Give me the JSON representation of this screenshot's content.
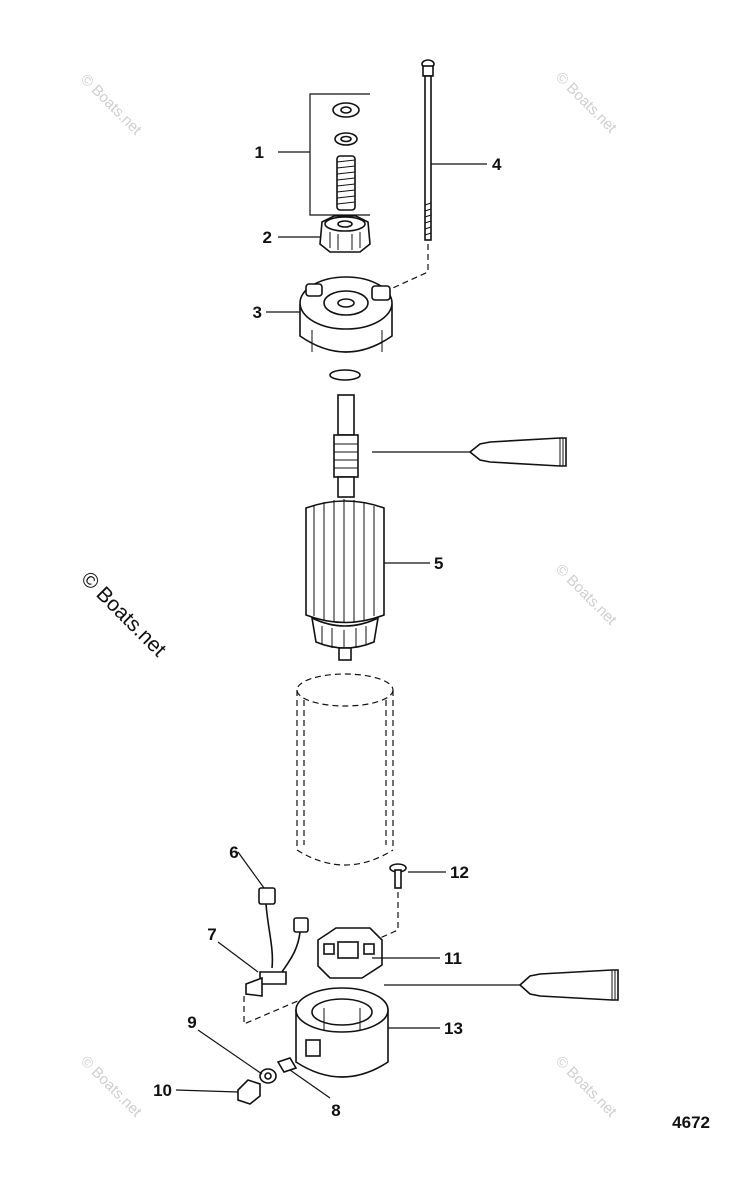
{
  "watermarks": {
    "main": "© Boats.net",
    "faint": "© Boats.net"
  },
  "figure_number": "4672",
  "callouts": [
    {
      "id": "1",
      "label": "1"
    },
    {
      "id": "2",
      "label": "2"
    },
    {
      "id": "3",
      "label": "3"
    },
    {
      "id": "4",
      "label": "4"
    },
    {
      "id": "5",
      "label": "5"
    },
    {
      "id": "6",
      "label": "6"
    },
    {
      "id": "7",
      "label": "7"
    },
    {
      "id": "8",
      "label": "8"
    },
    {
      "id": "9",
      "label": "9"
    },
    {
      "id": "10",
      "label": "10"
    },
    {
      "id": "11",
      "label": "11"
    },
    {
      "id": "12",
      "label": "12"
    },
    {
      "id": "13",
      "label": "13"
    }
  ]
}
